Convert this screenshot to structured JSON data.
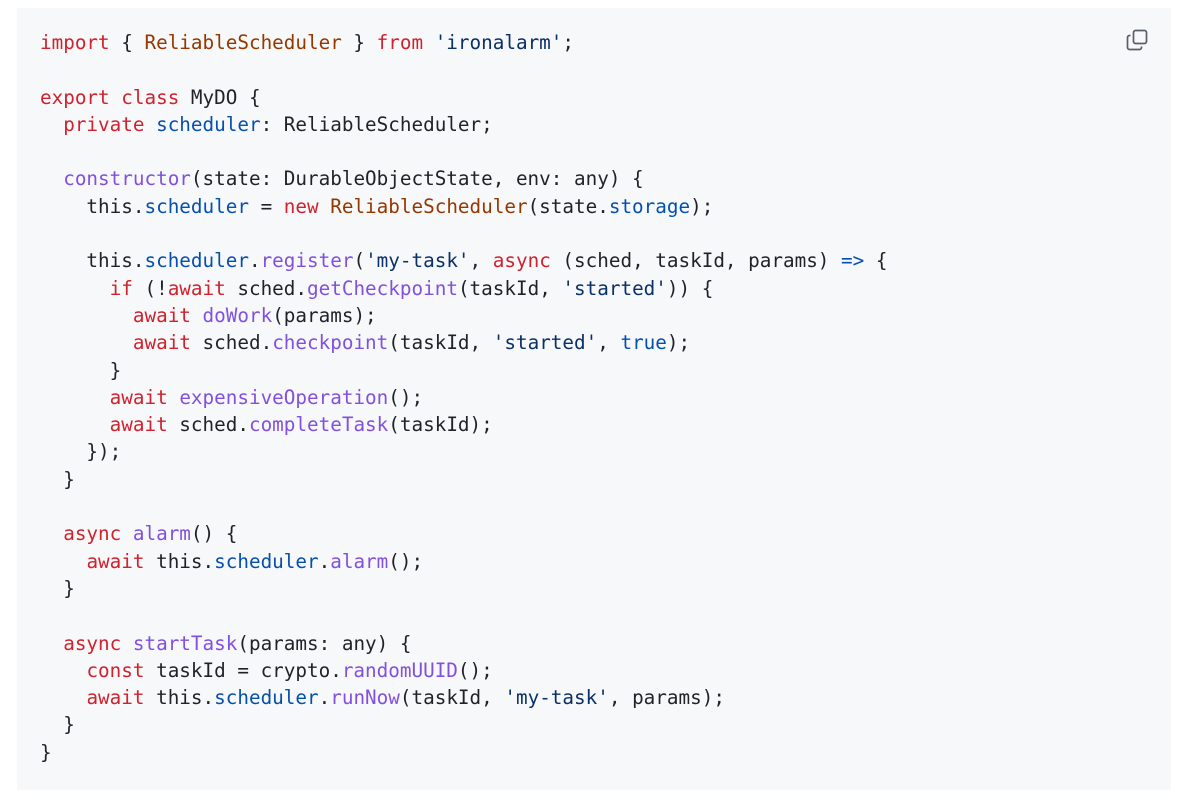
{
  "code_block": {
    "language": "typescript",
    "copy_icon": "copy-icon",
    "colors": {
      "background": "#f6f8fa",
      "keyword": "#cf222e",
      "string": "#0a3069",
      "property": "#0550ae",
      "function": "#8250df",
      "class_name": "#953800",
      "plain": "#1f2328"
    },
    "lines": [
      [
        [
          "import",
          "kw"
        ],
        [
          " { ",
          ""
        ],
        [
          "ReliableScheduler",
          "id"
        ],
        [
          " } ",
          ""
        ],
        [
          "from",
          "kw"
        ],
        [
          " ",
          ""
        ],
        [
          "'ironalarm'",
          "str"
        ],
        [
          ";",
          ""
        ]
      ],
      [],
      [
        [
          "export",
          "kw"
        ],
        [
          " ",
          ""
        ],
        [
          "class",
          "kw"
        ],
        [
          " MyDO {",
          ""
        ]
      ],
      [
        [
          "  ",
          ""
        ],
        [
          "private",
          "kw"
        ],
        [
          " ",
          ""
        ],
        [
          "scheduler",
          "prop"
        ],
        [
          ": ReliableScheduler;",
          ""
        ]
      ],
      [],
      [
        [
          "  ",
          ""
        ],
        [
          "constructor",
          "fn"
        ],
        [
          "(state: DurableObjectState, env: any) {",
          ""
        ]
      ],
      [
        [
          "    this.",
          ""
        ],
        [
          "scheduler",
          "prop"
        ],
        [
          " = ",
          ""
        ],
        [
          "new",
          "kw"
        ],
        [
          " ",
          ""
        ],
        [
          "ReliableScheduler",
          "id"
        ],
        [
          "(state.",
          ""
        ],
        [
          "storage",
          "prop"
        ],
        [
          ");",
          ""
        ]
      ],
      [],
      [
        [
          "    this.",
          ""
        ],
        [
          "scheduler",
          "prop"
        ],
        [
          ".",
          ""
        ],
        [
          "register",
          "fn"
        ],
        [
          "(",
          ""
        ],
        [
          "'my-task'",
          "str"
        ],
        [
          ", ",
          ""
        ],
        [
          "async",
          "kw"
        ],
        [
          " (sched, taskId, params) ",
          ""
        ],
        [
          "=>",
          "prop"
        ],
        [
          " {",
          ""
        ]
      ],
      [
        [
          "      ",
          ""
        ],
        [
          "if",
          "kw"
        ],
        [
          " (!",
          ""
        ],
        [
          "await",
          "kw"
        ],
        [
          " sched.",
          ""
        ],
        [
          "getCheckpoint",
          "fn"
        ],
        [
          "(taskId, ",
          ""
        ],
        [
          "'started'",
          "str"
        ],
        [
          ")) {",
          ""
        ]
      ],
      [
        [
          "        ",
          ""
        ],
        [
          "await",
          "kw"
        ],
        [
          " ",
          ""
        ],
        [
          "doWork",
          "fn"
        ],
        [
          "(params);",
          ""
        ]
      ],
      [
        [
          "        ",
          ""
        ],
        [
          "await",
          "kw"
        ],
        [
          " sched.",
          ""
        ],
        [
          "checkpoint",
          "fn"
        ],
        [
          "(taskId, ",
          ""
        ],
        [
          "'started'",
          "str"
        ],
        [
          ", ",
          ""
        ],
        [
          "true",
          "prop"
        ],
        [
          ");",
          ""
        ]
      ],
      [
        [
          "      }",
          ""
        ]
      ],
      [
        [
          "      ",
          ""
        ],
        [
          "await",
          "kw"
        ],
        [
          " ",
          ""
        ],
        [
          "expensiveOperation",
          "fn"
        ],
        [
          "();",
          ""
        ]
      ],
      [
        [
          "      ",
          ""
        ],
        [
          "await",
          "kw"
        ],
        [
          " sched.",
          ""
        ],
        [
          "completeTask",
          "fn"
        ],
        [
          "(taskId);",
          ""
        ]
      ],
      [
        [
          "    });",
          ""
        ]
      ],
      [
        [
          "  }",
          ""
        ]
      ],
      [],
      [
        [
          "  ",
          ""
        ],
        [
          "async",
          "kw"
        ],
        [
          " ",
          ""
        ],
        [
          "alarm",
          "fn"
        ],
        [
          "() {",
          ""
        ]
      ],
      [
        [
          "    ",
          ""
        ],
        [
          "await",
          "kw"
        ],
        [
          " this.",
          ""
        ],
        [
          "scheduler",
          "prop"
        ],
        [
          ".",
          ""
        ],
        [
          "alarm",
          "fn"
        ],
        [
          "();",
          ""
        ]
      ],
      [
        [
          "  }",
          ""
        ]
      ],
      [],
      [
        [
          "  ",
          ""
        ],
        [
          "async",
          "kw"
        ],
        [
          " ",
          ""
        ],
        [
          "startTask",
          "fn"
        ],
        [
          "(params: any) {",
          ""
        ]
      ],
      [
        [
          "    ",
          ""
        ],
        [
          "const",
          "kw"
        ],
        [
          " taskId = crypto.",
          ""
        ],
        [
          "randomUUID",
          "fn"
        ],
        [
          "();",
          ""
        ]
      ],
      [
        [
          "    ",
          ""
        ],
        [
          "await",
          "kw"
        ],
        [
          " this.",
          ""
        ],
        [
          "scheduler",
          "prop"
        ],
        [
          ".",
          ""
        ],
        [
          "runNow",
          "fn"
        ],
        [
          "(taskId, ",
          ""
        ],
        [
          "'my-task'",
          "str"
        ],
        [
          ", params);",
          ""
        ]
      ],
      [
        [
          "  }",
          ""
        ]
      ],
      [
        [
          "}",
          ""
        ]
      ]
    ]
  }
}
